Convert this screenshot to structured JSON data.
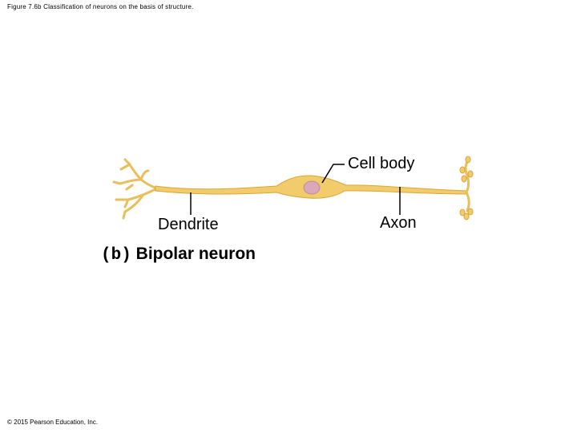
{
  "figure": {
    "title": "Figure 7.6b Classification of neurons on the basis of structure.",
    "copyright": "© 2015 Pearson Education, Inc."
  },
  "labels": {
    "cell_body": "Cell body",
    "axon": "Axon",
    "dendrite": "Dendrite"
  },
  "caption": {
    "letter": "(b)",
    "text": "Bipolar neuron"
  },
  "colors": {
    "fiber": "#f2cc6a",
    "fiber_edge": "#d9a63a",
    "nucleus": "#d9a9b8",
    "leader": "#000000"
  }
}
